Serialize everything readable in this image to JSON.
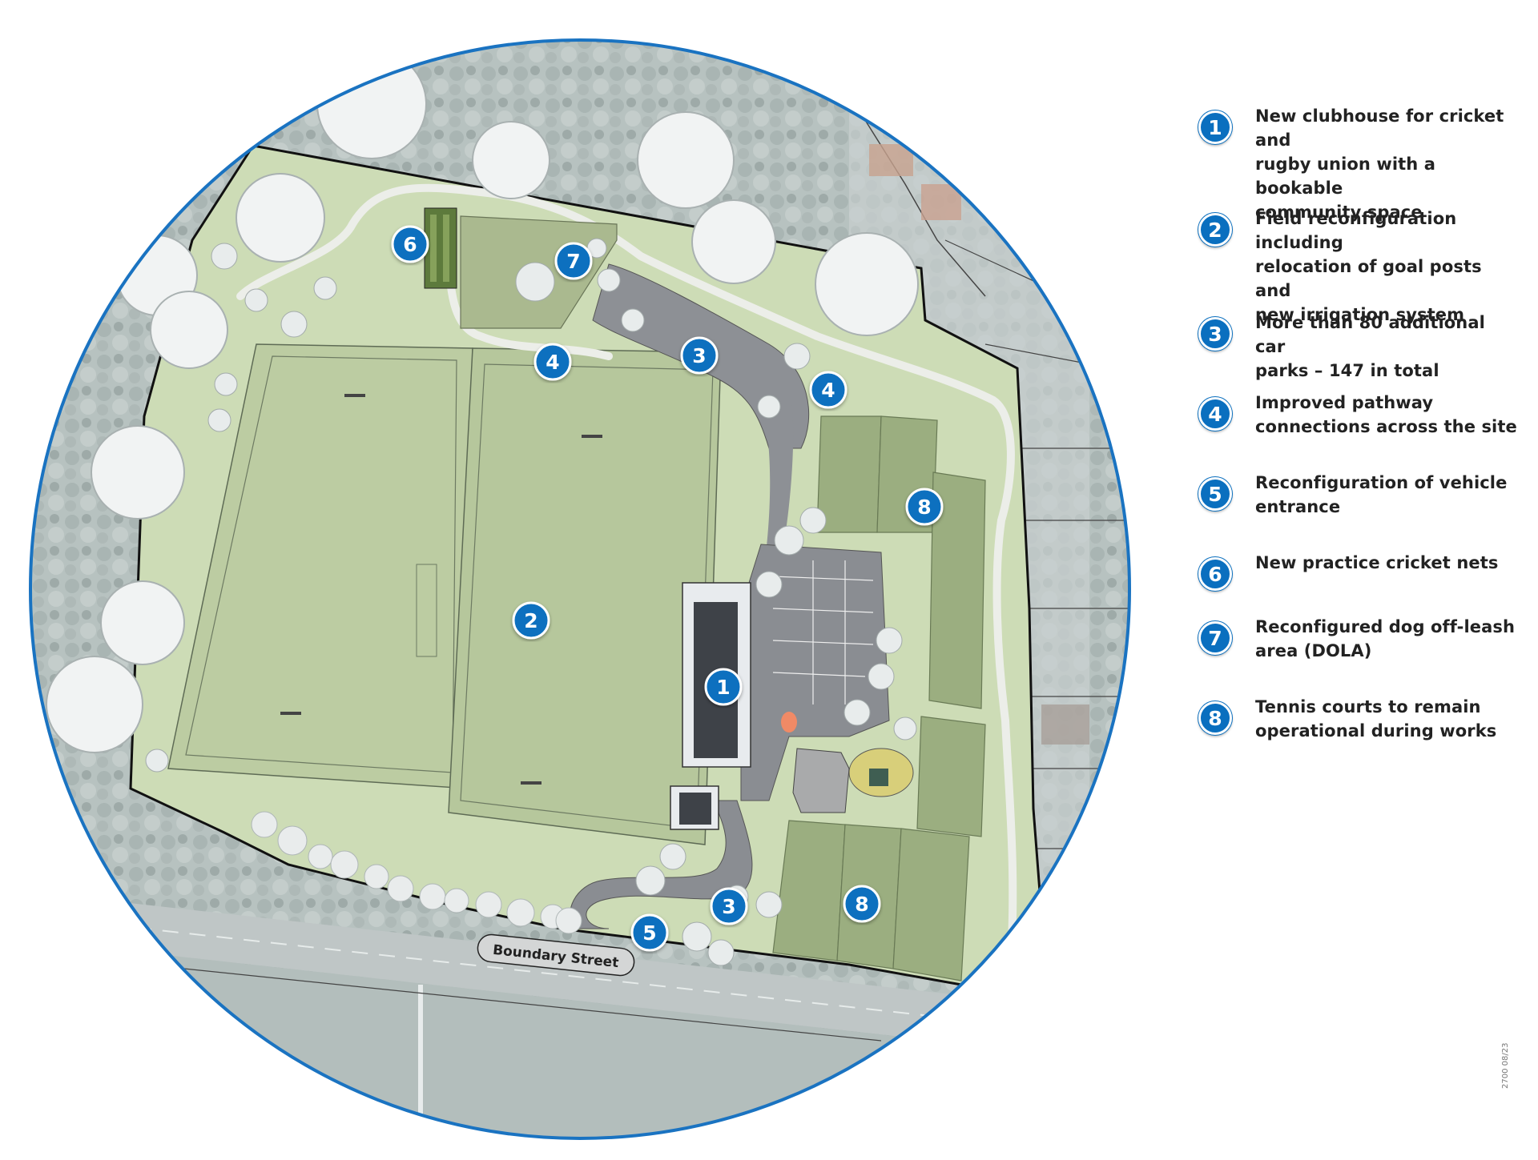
{
  "map": {
    "street_label": "Boundary Street",
    "markers": [
      {
        "id": "marker-1",
        "number": "1"
      },
      {
        "id": "marker-2",
        "number": "2"
      },
      {
        "id": "marker-3a",
        "number": "3"
      },
      {
        "id": "marker-3b",
        "number": "3"
      },
      {
        "id": "marker-4a",
        "number": "4"
      },
      {
        "id": "marker-4b",
        "number": "4"
      },
      {
        "id": "marker-5",
        "number": "5"
      },
      {
        "id": "marker-6",
        "number": "6"
      },
      {
        "id": "marker-7",
        "number": "7"
      },
      {
        "id": "marker-8a",
        "number": "8"
      },
      {
        "id": "marker-8b",
        "number": "8"
      }
    ],
    "colors": {
      "lens_ring": "#1a73c1",
      "marker": "#0a6fbf",
      "grass": "#c9d9b2",
      "field": "#b4c79a",
      "car_park": "#8a8d92",
      "tennis": "#9cae82"
    }
  },
  "legend": {
    "items": [
      {
        "number": "1",
        "lines": [
          "New clubhouse for cricket and",
          "rugby union with a bookable",
          "community space"
        ]
      },
      {
        "number": "2",
        "lines": [
          "Field reconfiguration including",
          "relocation of goal posts and",
          "new irrigation system"
        ]
      },
      {
        "number": "3",
        "lines": [
          "More than 80 additional car",
          "parks – 147 in total"
        ]
      },
      {
        "number": "4",
        "lines": [
          "Improved pathway",
          "connections across the site"
        ]
      },
      {
        "number": "5",
        "lines": [
          "Reconfiguration of vehicle",
          "entrance"
        ]
      },
      {
        "number": "6",
        "lines": [
          "New practice cricket nets"
        ]
      },
      {
        "number": "7",
        "lines": [
          "Reconfigured dog off-leash",
          "area (DOLA)"
        ]
      },
      {
        "number": "8",
        "lines": [
          "Tennis courts to remain",
          "operational during works"
        ]
      }
    ]
  },
  "footer": {
    "doc_code": "2700 08/23"
  }
}
